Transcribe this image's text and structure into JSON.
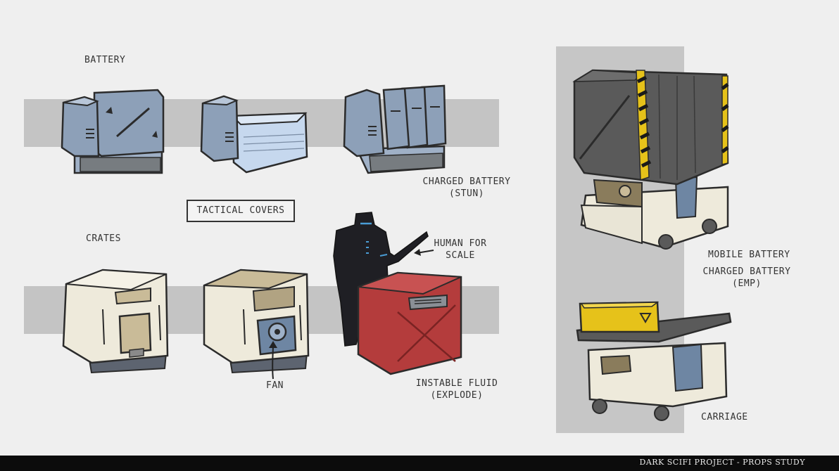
{
  "labels": {
    "battery": "BATTERY",
    "charged_battery_stun_line1": "CHARGED BATTERY",
    "charged_battery_stun_line2": "(STUN)",
    "tactical_covers": "TACTICAL COVERS",
    "crates": "CRATES",
    "human_for_scale_line1": "HUMAN FOR",
    "human_for_scale_line2": "SCALE",
    "fan": "FAN",
    "instable_fluid_line1": "INSTABLE FLUID",
    "instable_fluid_line2": "(EXPLODE)",
    "mobile_battery": "MOBILE BATTERY",
    "charged_battery_emp_line1": "CHARGED BATTERY",
    "charged_battery_emp_line2": "(EMP)",
    "carriage": "CARRIAGE"
  },
  "footer": {
    "title": "DARK SCIFI PROJECT - PROPS STUDY"
  },
  "colors": {
    "background": "#efefef",
    "band": "#c4c4c4",
    "battery_blue": "#8da0b8",
    "battery_light_blue": "#c6d8ee",
    "crate_cream": "#eeeadb",
    "crate_tan": "#c9bb98",
    "crate_red": "#b43c3c",
    "mobile_gray": "#5a5a5a",
    "hazard_yellow": "#e6c21a",
    "footer_bg": "#0c0c0c"
  },
  "icons": [
    "arrow-icon",
    "fan-icon",
    "hazard-stripes-icon",
    "warning-triangle-icon"
  ]
}
